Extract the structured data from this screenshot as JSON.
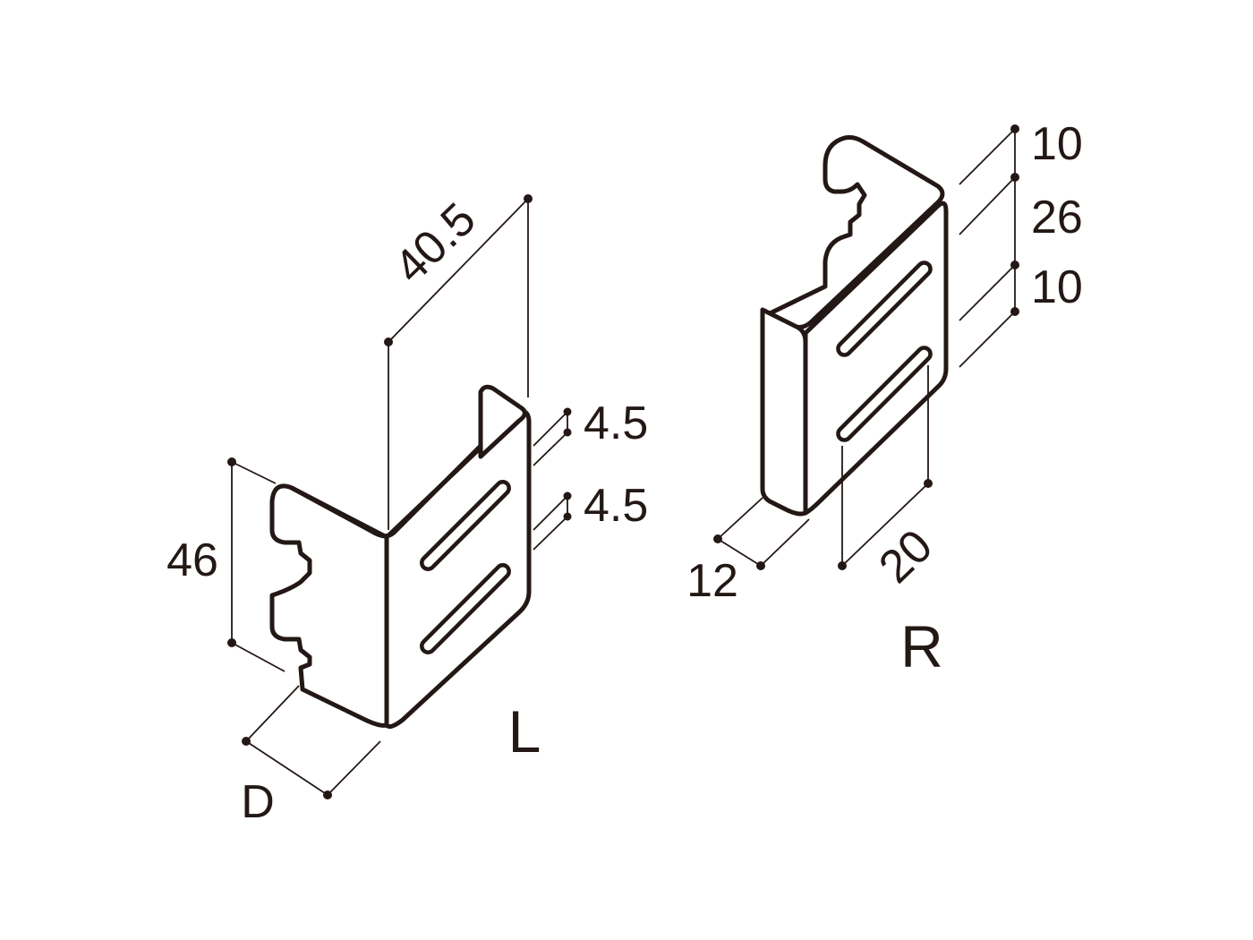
{
  "left_part": {
    "label": "L",
    "dimensions": {
      "length": "40.5",
      "height": "46",
      "depth": "D",
      "slot_width_upper": "4.5",
      "slot_width_lower": "4.5"
    }
  },
  "right_part": {
    "label": "R",
    "dimensions": {
      "top_margin": "10",
      "slot_spacing": "26",
      "bottom_margin": "10",
      "depth": "12",
      "slot_length": "20"
    }
  },
  "colors": {
    "line": "#231815",
    "background": "#ffffff"
  }
}
